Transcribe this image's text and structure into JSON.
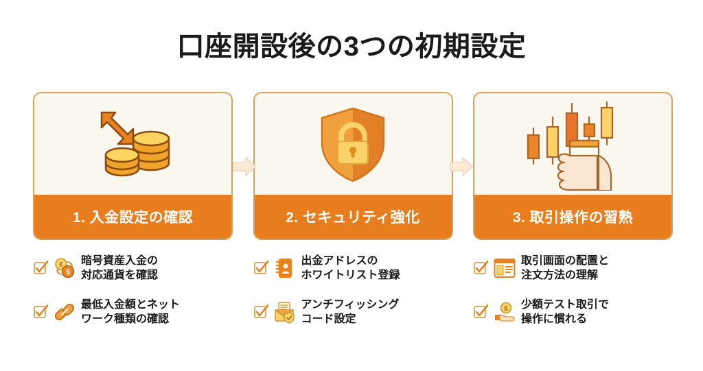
{
  "page": {
    "title": "口座開設後の3つの初期設定",
    "background_color": "#ffffff",
    "accent_color": "#e87d1e",
    "card_border_color": "#d8a05a",
    "card_fill_color": "#faf7ee",
    "title_color": "#1a1a1a"
  },
  "steps": [
    {
      "number": "1.",
      "band_label": "1. 入金設定の確認",
      "art_icon": "coins-with-down-arrow-icon",
      "bullets": [
        {
          "icon": "currency-exchange-icon",
          "text": "暗号資産入金の\n対応通貨を確認",
          "checkbox": "checkbox-checked-icon"
        },
        {
          "icon": "chain-link-icon",
          "text": "最低入金額とネット\nワーク種類の確認",
          "checkbox": "checkbox-checked-icon"
        }
      ]
    },
    {
      "number": "2.",
      "band_label": "2. セキュリティ強化",
      "art_icon": "shield-lock-icon",
      "bullets": [
        {
          "icon": "address-book-icon",
          "text": "出金アドレスの\nホワイトリスト登録",
          "checkbox": "checkbox-checked-icon"
        },
        {
          "icon": "envelope-shield-icon",
          "text": "アンチフィッシング\nコード設定",
          "checkbox": "checkbox-checked-icon"
        }
      ]
    },
    {
      "number": "3.",
      "band_label": "3. 取引操作の習熟",
      "art_icon": "candlestick-chart-hand-phone-icon",
      "bullets": [
        {
          "icon": "trading-screen-layout-icon",
          "text": "取引画面の配置と\n注文方法の理解",
          "checkbox": "checkbox-checked-icon"
        },
        {
          "icon": "hand-with-coin-icon",
          "text": "少額テスト取引で\n操作に慣れる",
          "checkbox": "checkbox-checked-icon"
        }
      ]
    }
  ],
  "connectors": [
    {
      "icon": "arrow-right-icon",
      "color": "#f6e0cb"
    },
    {
      "icon": "arrow-right-icon",
      "color": "#f6e0cb"
    }
  ]
}
